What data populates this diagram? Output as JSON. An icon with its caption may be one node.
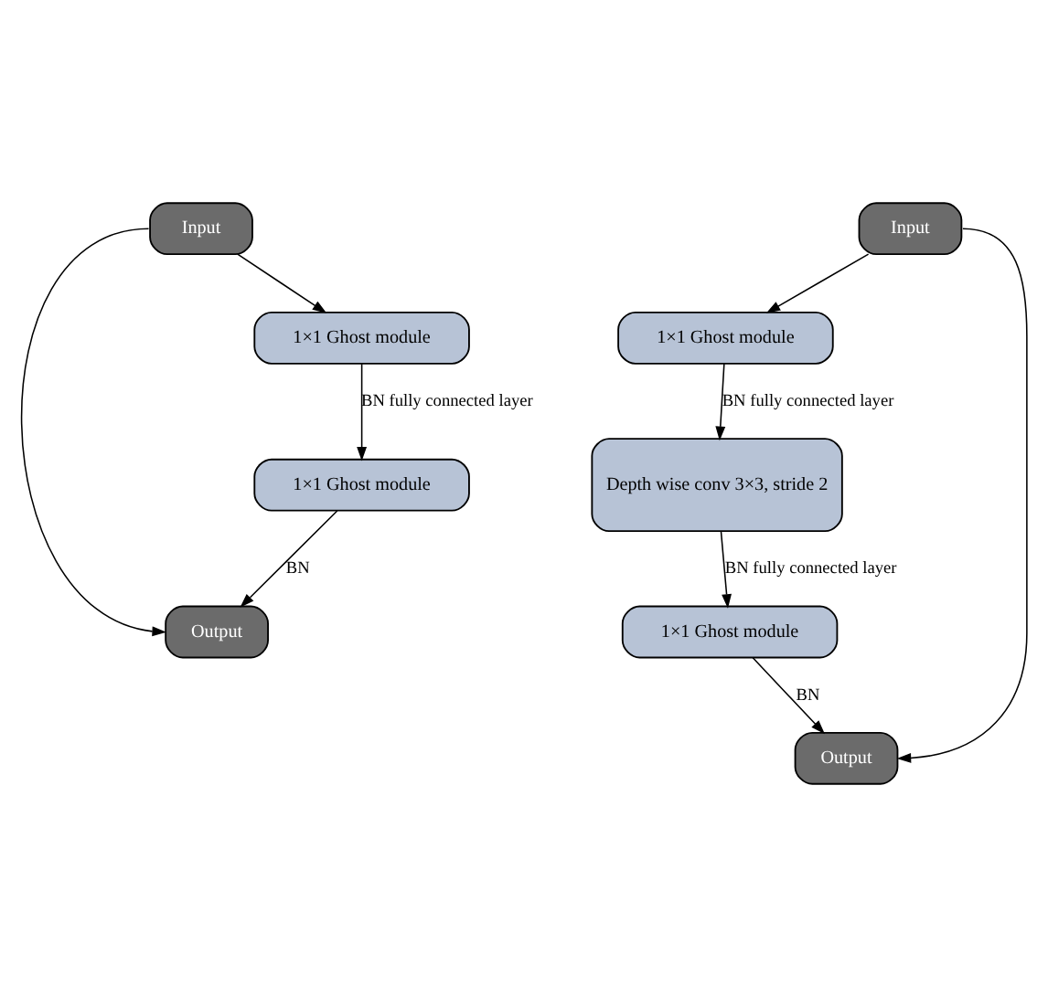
{
  "diagram": {
    "nodes": [
      {
        "text": [
          "Input"
        ]
      },
      {
        "text": [
          "1×1 Ghost module"
        ]
      },
      {
        "text": [
          "1×1 Ghost module"
        ]
      },
      {
        "text": [
          "Output"
        ]
      },
      {
        "text": [
          "Input"
        ]
      },
      {
        "text": [
          "1×1 Ghost module"
        ]
      },
      {
        "text": [
          "Depth wise conv 3×3, stride 2"
        ]
      },
      {
        "text": [
          "1×1 Ghost module"
        ]
      },
      {
        "text": [
          "Output"
        ]
      }
    ],
    "edges": [
      {
        "from": 0,
        "to": 1,
        "arrow": "to"
      },
      {
        "from": 1,
        "to": 2,
        "arrow": "to",
        "label": "BN fully connected layer"
      },
      {
        "from": 2,
        "to": 3,
        "arrow": "to",
        "label": "BN"
      },
      {
        "from": 0,
        "to": 3,
        "arrow": "to"
      },
      {
        "from": 4,
        "to": 5,
        "arrow": "to"
      },
      {
        "from": 5,
        "to": 6,
        "arrow": "to",
        "label": "BN fully connected layer"
      },
      {
        "from": 6,
        "to": 7,
        "arrow": "to",
        "label": "BN fully connected layer"
      },
      {
        "from": 7,
        "to": 8,
        "arrow": "to",
        "label": "BN"
      },
      {
        "from": 4,
        "to": 8,
        "arrow": "to"
      }
    ]
  }
}
